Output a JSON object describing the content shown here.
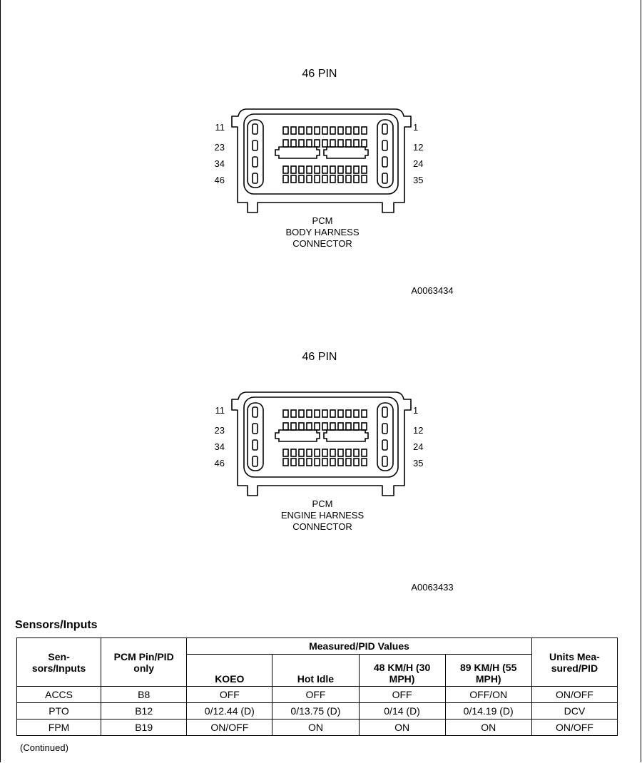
{
  "connectors": [
    {
      "pin_count": "46 PIN",
      "pin_labels_left": [
        "11",
        "23",
        "34",
        "46"
      ],
      "pin_labels_right": [
        "1",
        "12",
        "24",
        "35"
      ],
      "caption": [
        "PCM",
        "BODY HARNESS",
        "CONNECTOR"
      ],
      "figure_id": "A0063434"
    },
    {
      "pin_count": "46 PIN",
      "pin_labels_left": [
        "11",
        "23",
        "34",
        "46"
      ],
      "pin_labels_right": [
        "1",
        "12",
        "24",
        "35"
      ],
      "caption": [
        "PCM",
        "ENGINE HARNESS",
        "CONNECTOR"
      ],
      "figure_id": "A0063433"
    }
  ],
  "table": {
    "title": "Sensors/Inputs",
    "group_header": "Measured/PID Values",
    "headers": {
      "sensor": [
        "Sen-",
        "sors/Inputs"
      ],
      "pin": [
        "PCM Pin/PID",
        "only"
      ],
      "koeo": [
        "KOEO"
      ],
      "hot_idle": [
        "Hot Idle"
      ],
      "speed30": [
        "48 KM/H (30",
        "MPH)"
      ],
      "speed55": [
        "89 KM/H (55",
        "MPH)"
      ],
      "units": [
        "Units Mea-",
        "sured/PID"
      ]
    },
    "rows": [
      [
        "ACCS",
        "B8",
        "OFF",
        "OFF",
        "OFF",
        "OFF/ON",
        "ON/OFF"
      ],
      [
        "PTO",
        "B12",
        "0/12.44 (D)",
        "0/13.75 (D)",
        "0/14 (D)",
        "0/14.19 (D)",
        "DCV"
      ],
      [
        "FPM",
        "B19",
        "ON/OFF",
        "ON",
        "ON",
        "ON",
        "ON/OFF"
      ]
    ],
    "footnote": "(Continued)"
  }
}
